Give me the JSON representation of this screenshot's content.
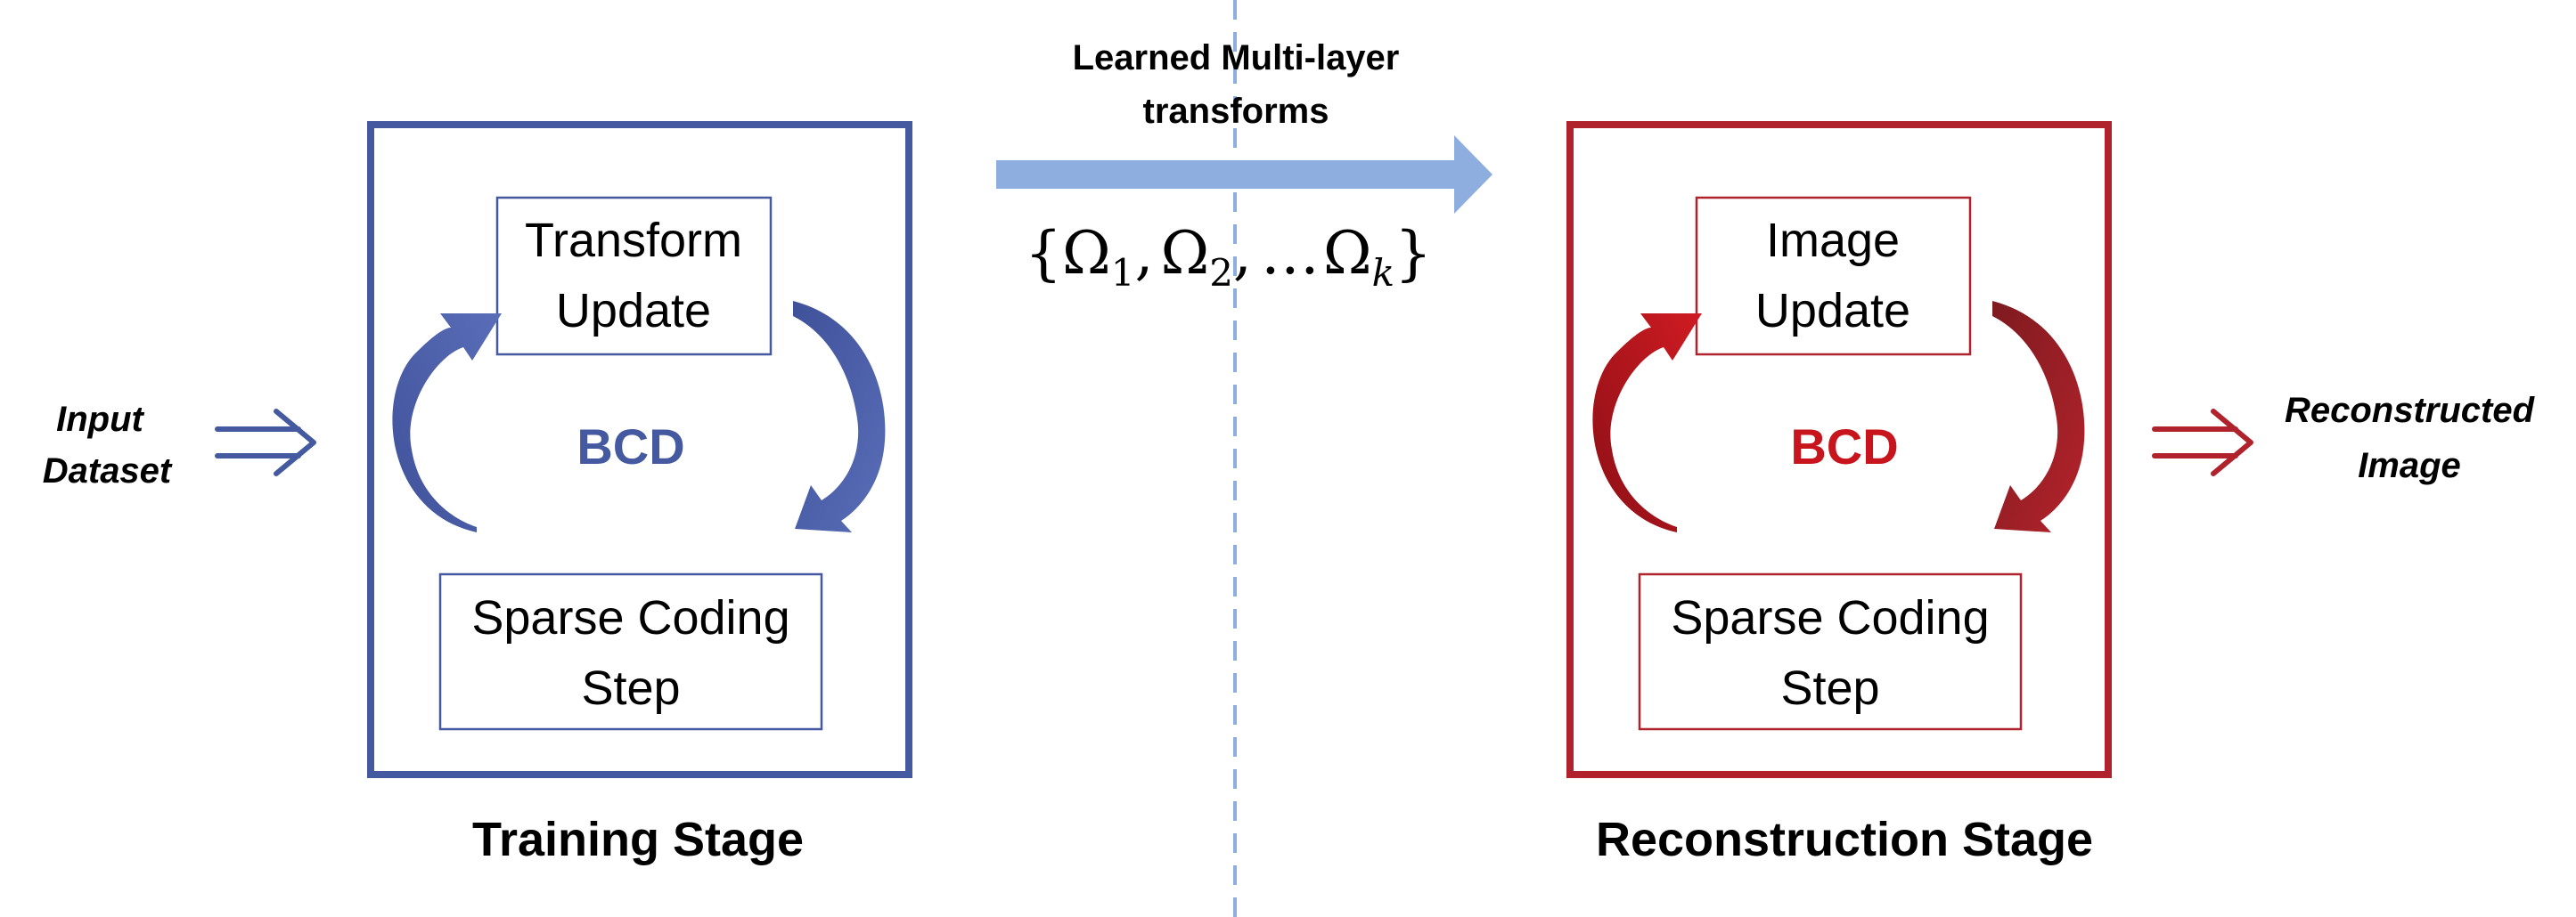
{
  "input": {
    "line1": "Input",
    "line2": "Dataset"
  },
  "training": {
    "top_box": {
      "line1": "Transform",
      "line2": "Update"
    },
    "center": "BCD",
    "bottom_box": {
      "line1": "Sparse Coding",
      "line2": "Step"
    },
    "caption": "Training Stage"
  },
  "transfer": {
    "label_line1": "Learned Multi-layer",
    "label_line2": "transforms",
    "math": {
      "open": "{",
      "omega": "Ω",
      "sub1": "1",
      "sub2": "2",
      "subk": "k",
      "comma": ",",
      "ellipsis": "…",
      "close": "}"
    }
  },
  "reconstruction": {
    "top_box": {
      "line1": "Image",
      "line2": "Update"
    },
    "center": "BCD",
    "bottom_box": {
      "line1": "Sparse Coding",
      "line2": "Step"
    },
    "caption": "Reconstruction Stage"
  },
  "output": {
    "line1": "Reconstructed",
    "line2": "Image"
  },
  "colors": {
    "blue": "#4459A0",
    "blue_arrow": "#4A5AA8",
    "light_blue": "#8FAEE0",
    "red": "#B0232D",
    "red_arrow": "#B01822",
    "dark_red": "#8E1B21"
  }
}
